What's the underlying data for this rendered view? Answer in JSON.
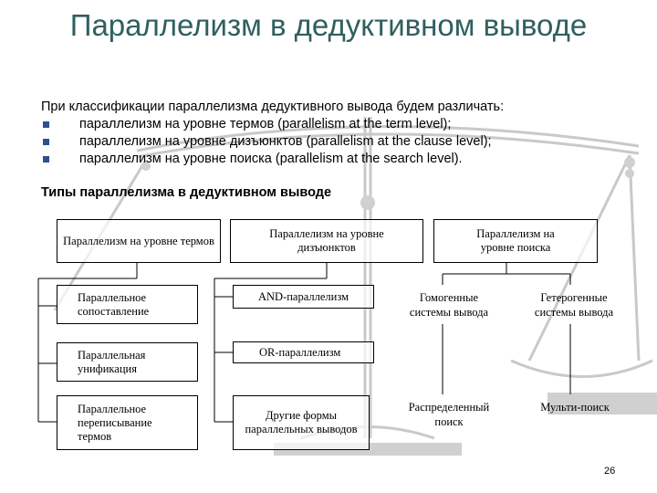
{
  "slide": {
    "title": "Параллелизм в дедуктивном выводе",
    "intro": "При классификации параллелизма дедуктивного вывода будем различать:",
    "bullets": [
      "параллелизм на уровне термов (parallelism at the term level);",
      "параллелизм на уровне дизъюнктов (parallelism at the clause level);",
      "параллелизм на уровне поиска (parallelism at the search level)."
    ],
    "section_title": "Типы параллелизма в дедуктивном выводе",
    "page_number": "26"
  },
  "diagram": {
    "headers": {
      "terms": "Параллелизм на уровне термов",
      "clauses": "Параллелизм на уровне дизъюнктов",
      "search": "Параллелизм на уровне поиска"
    },
    "terms_children": [
      "Параллельное сопоставление",
      "Параллельная унификация",
      "Параллельное переписывание термов"
    ],
    "clauses_children": [
      "AND-параллелизм",
      "OR-параллелизм",
      "Другие формы параллельных выводов"
    ],
    "search_children": {
      "homogeneous": "Гомогенные системы вывода",
      "heterogeneous": "Гетерогенные системы вывода",
      "distributed": "Распределенный поиск",
      "multi": "Мульти-поиск"
    }
  }
}
